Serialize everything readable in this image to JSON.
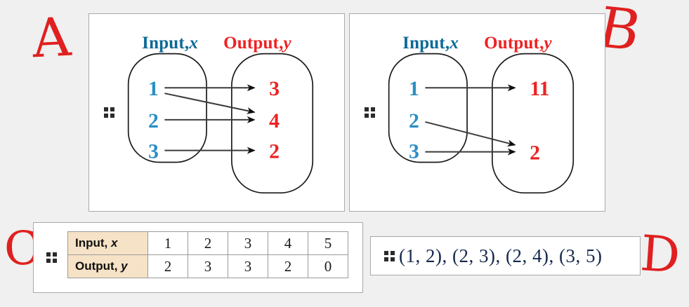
{
  "page": {
    "background": "#f0f0f0",
    "accent_blue": "#0d6a96",
    "accent_red": "#ee2222",
    "pair_navy": "#15294d",
    "table_header_bg": "#f6e2c6"
  },
  "labels": {
    "a": "A",
    "b": "B",
    "c": "C",
    "d": "D"
  },
  "panel_a": {
    "header_input": "Input,",
    "header_input_var": "x",
    "header_output": "Output,",
    "header_output_var": "y",
    "inputs": [
      "1",
      "2",
      "3"
    ],
    "outputs": [
      "3",
      "4",
      "2"
    ],
    "mappings": [
      {
        "from": "1",
        "to": "3"
      },
      {
        "from": "1",
        "to": "between-3-and-4"
      },
      {
        "from": "2",
        "to": "4"
      },
      {
        "from": "3",
        "to": "2"
      }
    ]
  },
  "panel_b": {
    "header_input": "Input,",
    "header_input_var": "x",
    "header_output": "Output,",
    "header_output_var": "y",
    "inputs": [
      "1",
      "2",
      "3"
    ],
    "outputs": [
      "11",
      "2"
    ],
    "mappings": [
      {
        "from": "1",
        "to": "11"
      },
      {
        "from": "2",
        "to": "above-2"
      },
      {
        "from": "3",
        "to": "2"
      }
    ]
  },
  "panel_c": {
    "row_labels": [
      "Input,",
      "Output,"
    ],
    "row_vars": [
      "x",
      "y"
    ],
    "input_values": [
      "1",
      "2",
      "3",
      "4",
      "5"
    ],
    "output_values": [
      "2",
      "3",
      "3",
      "2",
      "0"
    ]
  },
  "panel_d": {
    "pairs_text": "(1, 2),  (2, 3),  (2, 4),  (3, 5)",
    "pairs": [
      [
        1,
        2
      ],
      [
        2,
        3
      ],
      [
        2,
        4
      ],
      [
        3,
        5
      ]
    ]
  }
}
